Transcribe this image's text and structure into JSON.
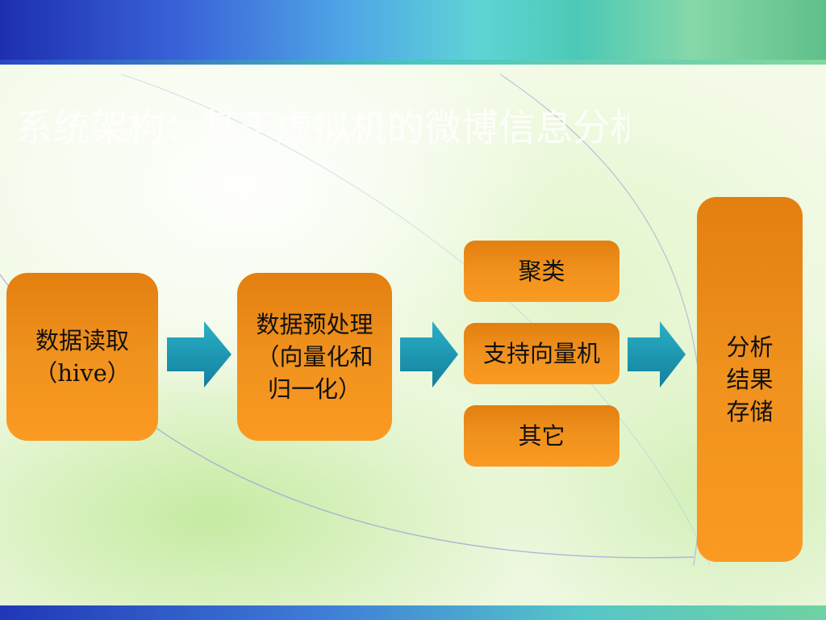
{
  "slide": {
    "title": "系统架构：基于虚拟机的微博信息分析",
    "boxes": {
      "read": "数据读取（hive）",
      "preprocess": "数据预处理（向量化和归一化）",
      "cluster": "聚类",
      "svm": "支持向量机",
      "other": "其它",
      "store": "分析结果存储"
    }
  },
  "colors": {
    "box_orange": "#f0921e",
    "arrow_teal": "#1a9bb5",
    "text": "#111111"
  },
  "icons": [
    "arrow-right-icon"
  ]
}
